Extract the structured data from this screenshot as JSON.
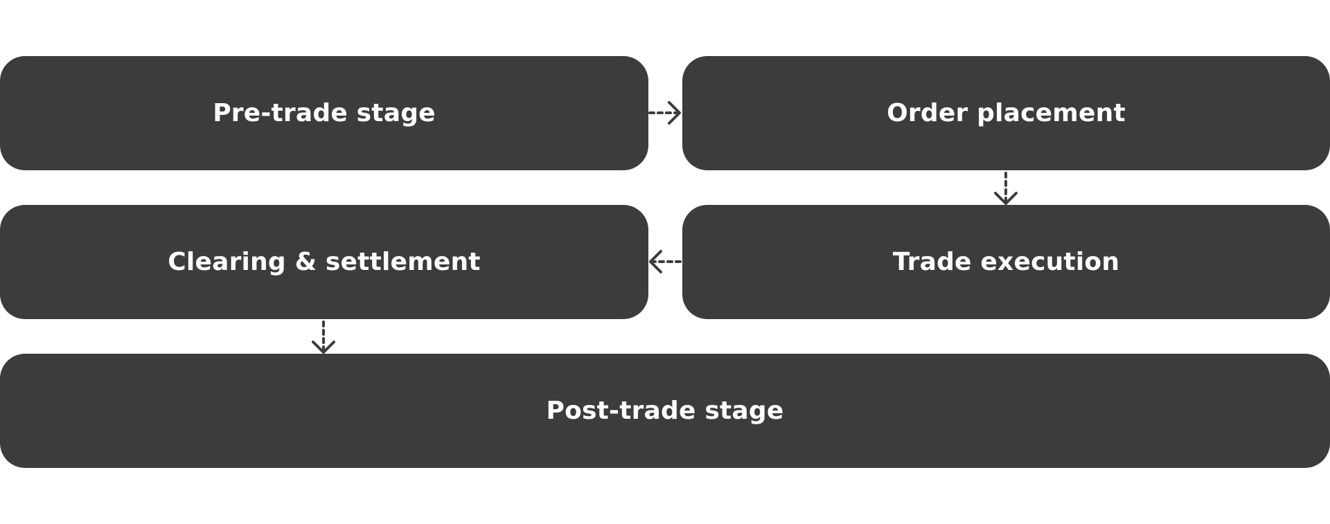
{
  "stages": {
    "pre_trade": "Pre-trade stage",
    "order_placement": "Order placement",
    "clearing_settlement": "Clearing & settlement",
    "trade_execution": "Trade execution",
    "post_trade": "Post-trade stage"
  },
  "flow": [
    {
      "from": "pre_trade",
      "to": "order_placement"
    },
    {
      "from": "order_placement",
      "to": "trade_execution"
    },
    {
      "from": "trade_execution",
      "to": "clearing_settlement"
    },
    {
      "from": "clearing_settlement",
      "to": "post_trade"
    }
  ],
  "colors": {
    "box": "#3c3c3c",
    "text": "#ffffff",
    "connector": "#3c3c3c"
  }
}
